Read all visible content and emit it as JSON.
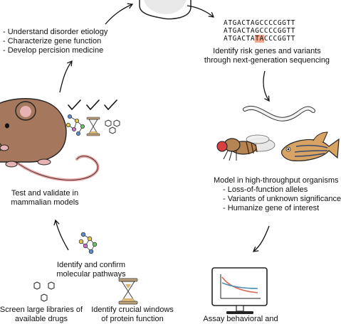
{
  "top_goals": {
    "items": [
      "- Understand disorder etiology",
      "- Characterize gene function",
      "- Develop percision medicine"
    ]
  },
  "sequencing": {
    "seq_lines": [
      "ATGACTAGCCCCGGTT",
      "ATGACTAGCCCCGGTT"
    ],
    "seq_variant_prefix": "ATGACTA",
    "seq_variant_highlight": "TA",
    "seq_variant_suffix": "CCCGGTT",
    "caption_line1": "Identify risk genes and variants",
    "caption_line2": "through next-generation sequencing"
  },
  "mammal": {
    "caption_line1": "Test and validate in",
    "caption_line2": "mammalian models"
  },
  "organisms": {
    "title": "Model in high-throughput organisms",
    "items": [
      "- Loss-of-function alleles",
      "- Variants of unknown significance",
      "- Humanize gene of interest"
    ]
  },
  "pathways": {
    "caption_line1": "Identify and confirm",
    "caption_line2": "molecular pathways"
  },
  "drugs": {
    "caption_line1": "Screen large libraries of",
    "caption_line2": "available drugs"
  },
  "windows": {
    "caption_line1": "Identify crucial windows",
    "caption_line2": "of protein function"
  },
  "assay": {
    "caption": "Assay behavioral and"
  },
  "colors": {
    "mouse_body": "#a5775c",
    "ear_pink": "#e7b2b4",
    "tail": "#e8a1a1",
    "fly_eye": "#d84040",
    "zebrafish": "#d9a463",
    "highlight": "#f2a88f",
    "graph_red": "#d96a5a",
    "graph_blue": "#4a8fb0"
  }
}
